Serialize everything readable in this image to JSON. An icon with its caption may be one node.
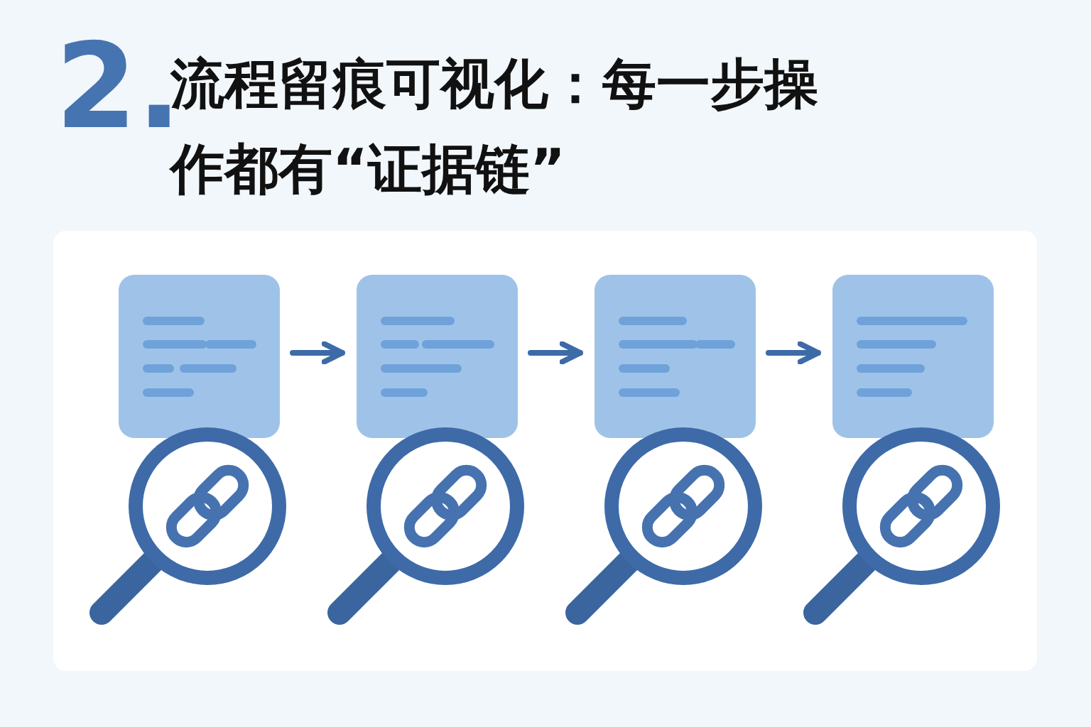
{
  "diagram": {
    "title": "流程留痕可视化：每一步操作都有“证据链”",
    "nodes": [
      {
        "text": [],
        "shape": "picture"
      },
      {
        "text": [],
        "shape": "picture"
      },
      {
        "text": [],
        "shape": "picture"
      },
      {
        "text": [],
        "shape": "picture"
      }
    ],
    "edges": [
      {
        "from": 0,
        "to": 1,
        "arrow": "to"
      },
      {
        "from": 1,
        "to": 2,
        "arrow": "to"
      },
      {
        "from": 2,
        "to": 3,
        "arrow": "to"
      }
    ],
    "labels": [
      "2."
    ]
  }
}
